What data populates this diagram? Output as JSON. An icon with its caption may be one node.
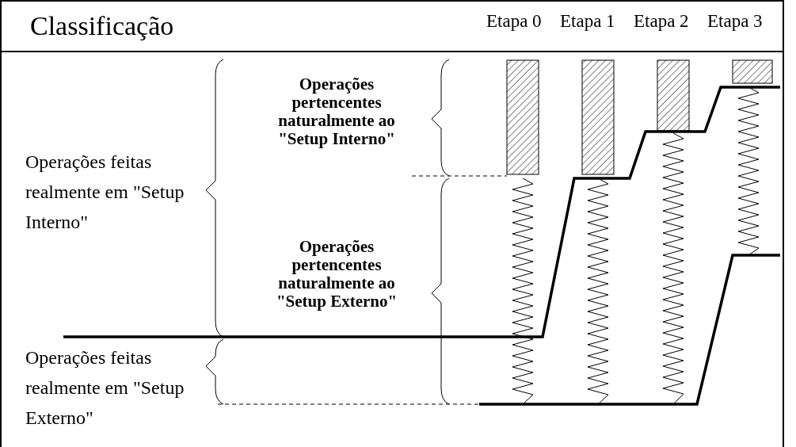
{
  "diagram": {
    "title": "Classificação",
    "labels": [
      "Etapa 0",
      "Etapa 1",
      "Etapa 2",
      "Etapa 3",
      "Operações pertencentes naturalmente ao \"Setup Interno\"",
      "Operações feitas realmente em \"Setup Interno\"",
      "Operações pertencentes naturalmente ao \"Setup Externo\"",
      "Operações feitas realmente em \"Setup Externo\""
    ]
  }
}
